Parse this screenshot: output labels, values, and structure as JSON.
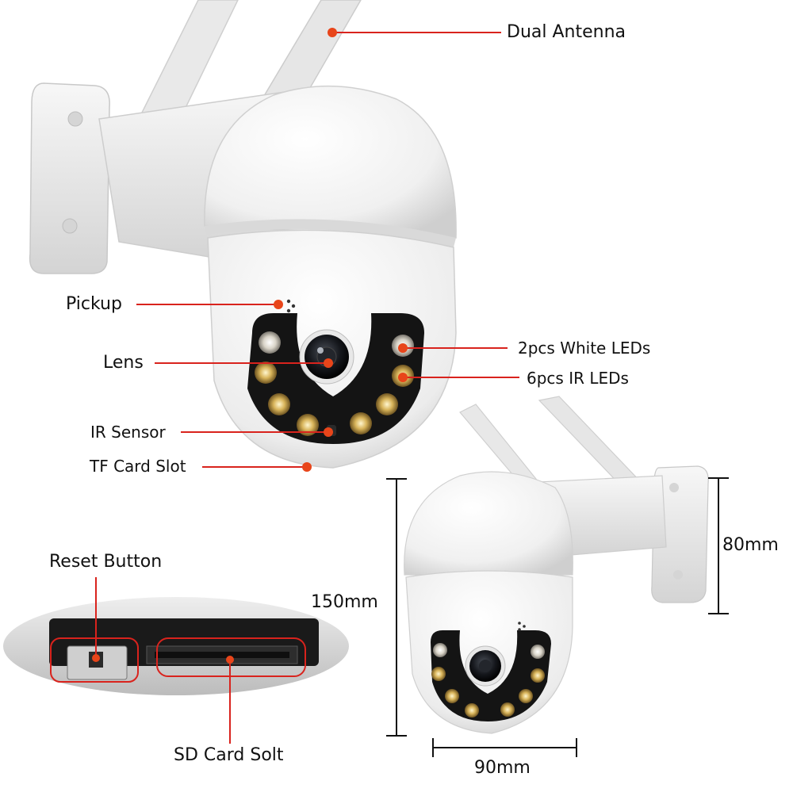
{
  "accent_color": "#d9231d",
  "callouts": {
    "antenna": "Dual Antenna",
    "pickup": "Pickup",
    "lens": "Lens",
    "white_leds": "2pcs White LEDs",
    "ir_leds": "6pcs IR LEDs",
    "ir_sensor": "IR Sensor",
    "tf_slot": "TF Card Slot",
    "reset_button": "Reset Button",
    "sd_slot": "SD Card Solt"
  },
  "dimensions": {
    "height_total": "150mm",
    "height_bracket": "80mm",
    "width": "90mm"
  }
}
